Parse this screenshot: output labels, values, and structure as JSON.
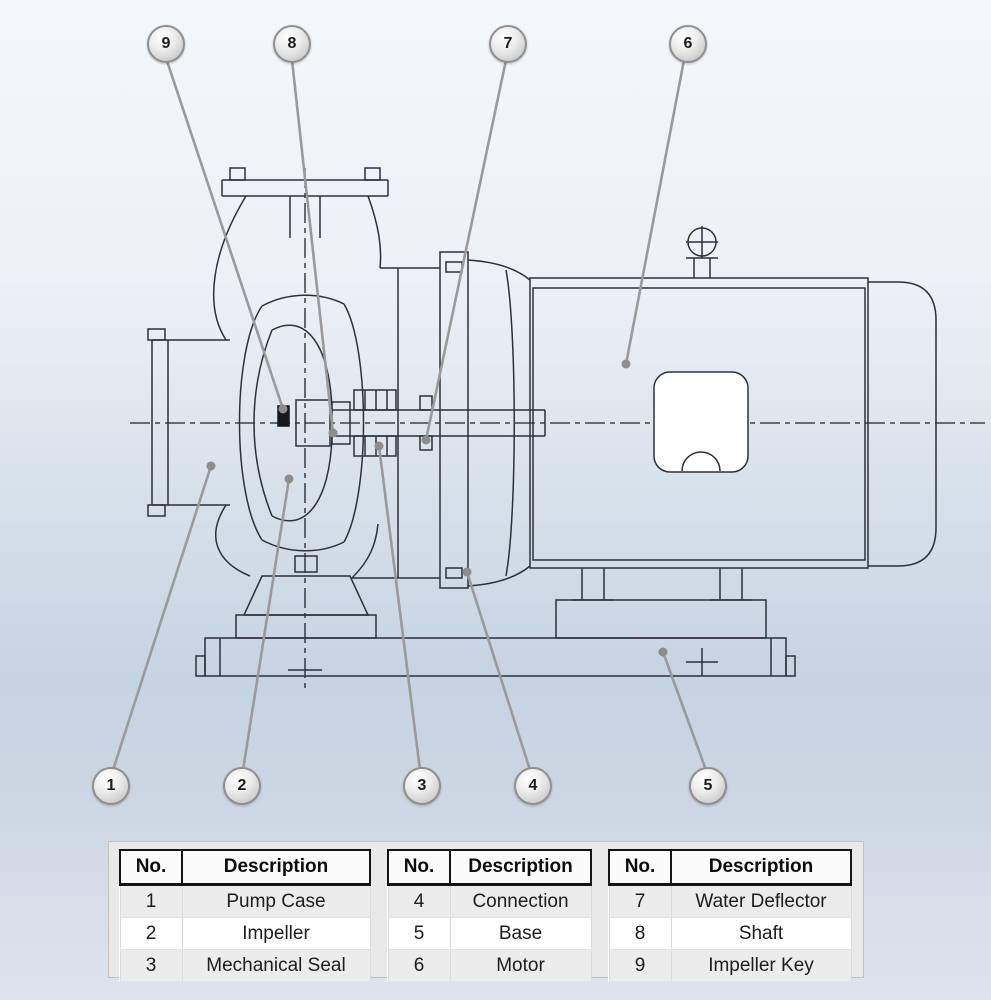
{
  "colors": {
    "background_top": "#f4f7fa",
    "background_mid": "#c6d3e1",
    "drawing_line": "#2c313a",
    "leader_line": "#9a9a9a",
    "callout_border": "#8f8f8f"
  },
  "callouts": {
    "c1": "1",
    "c2": "2",
    "c3": "3",
    "c4": "4",
    "c5": "5",
    "c6": "6",
    "c7": "7",
    "c8": "8",
    "c9": "9"
  },
  "parts_tables": [
    {
      "no_header": "No.",
      "description_header": "Description",
      "rows": [
        {
          "no": "1",
          "description": "Pump Case"
        },
        {
          "no": "2",
          "description": "Impeller"
        },
        {
          "no": "3",
          "description": "Mechanical Seal"
        }
      ]
    },
    {
      "no_header": "No.",
      "description_header": "Description",
      "rows": [
        {
          "no": "4",
          "description": "Connection"
        },
        {
          "no": "5",
          "description": "Base"
        },
        {
          "no": "6",
          "description": "Motor"
        }
      ]
    },
    {
      "no_header": "No.",
      "description_header": "Description",
      "rows": [
        {
          "no": "7",
          "description": "Water Deflector"
        },
        {
          "no": "8",
          "description": "Shaft"
        },
        {
          "no": "9",
          "description": "Impeller Key"
        }
      ]
    }
  ]
}
